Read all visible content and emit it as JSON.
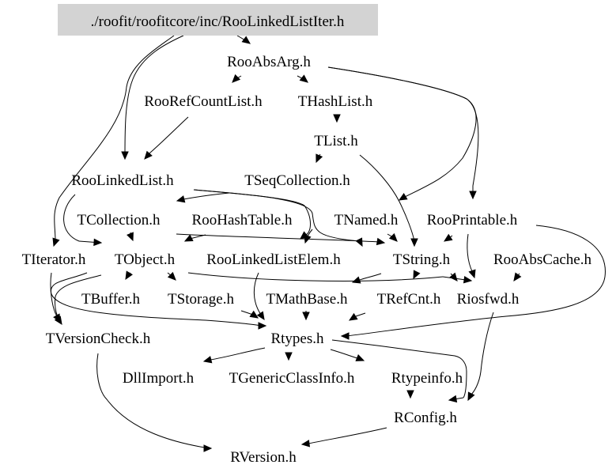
{
  "diagram": {
    "type": "include-dependency-graph",
    "root": {
      "id": "root",
      "label": "./roofit/roofitcore/inc/RooLinkedListIter.h",
      "highlight_color": "#d3d3d3"
    },
    "nodes": [
      {
        "id": "RooAbsArg",
        "label": "RooAbsArg.h"
      },
      {
        "id": "RooRefCountList",
        "label": "RooRefCountList.h"
      },
      {
        "id": "THashList",
        "label": "THashList.h"
      },
      {
        "id": "TList",
        "label": "TList.h"
      },
      {
        "id": "RooLinkedList",
        "label": "RooLinkedList.h"
      },
      {
        "id": "TSeqCollection",
        "label": "TSeqCollection.h"
      },
      {
        "id": "TCollection",
        "label": "TCollection.h"
      },
      {
        "id": "RooHashTable",
        "label": "RooHashTable.h"
      },
      {
        "id": "TNamed",
        "label": "TNamed.h"
      },
      {
        "id": "RooPrintable",
        "label": "RooPrintable.h"
      },
      {
        "id": "TIterator",
        "label": "TIterator.h"
      },
      {
        "id": "TObject",
        "label": "TObject.h"
      },
      {
        "id": "RooLinkedListElem",
        "label": "RooLinkedListElem.h"
      },
      {
        "id": "TString",
        "label": "TString.h"
      },
      {
        "id": "RooAbsCache",
        "label": "RooAbsCache.h"
      },
      {
        "id": "TBuffer",
        "label": "TBuffer.h"
      },
      {
        "id": "TStorage",
        "label": "TStorage.h"
      },
      {
        "id": "TMathBase",
        "label": "TMathBase.h"
      },
      {
        "id": "TRefCnt",
        "label": "TRefCnt.h"
      },
      {
        "id": "Riosfwd",
        "label": "Riosfwd.h"
      },
      {
        "id": "TVersionCheck",
        "label": "TVersionCheck.h"
      },
      {
        "id": "Rtypes",
        "label": "Rtypes.h"
      },
      {
        "id": "DllImport",
        "label": "DllImport.h"
      },
      {
        "id": "TGenericClassInfo",
        "label": "TGenericClassInfo.h"
      },
      {
        "id": "Rtypeinfo",
        "label": "Rtypeinfo.h"
      },
      {
        "id": "RConfig",
        "label": "RConfig.h"
      },
      {
        "id": "RVersion",
        "label": "RVersion.h"
      }
    ],
    "edges": [
      {
        "from": "root",
        "to": "RooAbsArg"
      },
      {
        "from": "root",
        "to": "RooLinkedList"
      },
      {
        "from": "root",
        "to": "TIterator"
      },
      {
        "from": "RooAbsArg",
        "to": "RooRefCountList"
      },
      {
        "from": "RooAbsArg",
        "to": "THashList"
      },
      {
        "from": "RooAbsArg",
        "to": "TNamed"
      },
      {
        "from": "RooAbsArg",
        "to": "RooPrintable"
      },
      {
        "from": "RooRefCountList",
        "to": "RooLinkedList"
      },
      {
        "from": "THashList",
        "to": "TList"
      },
      {
        "from": "TList",
        "to": "TSeqCollection"
      },
      {
        "from": "TList",
        "to": "TString"
      },
      {
        "from": "TSeqCollection",
        "to": "TCollection"
      },
      {
        "from": "RooLinkedList",
        "to": "TCollection"
      },
      {
        "from": "RooLinkedList",
        "to": "TObject"
      },
      {
        "from": "RooLinkedList",
        "to": "RooLinkedListElem"
      },
      {
        "from": "TCollection",
        "to": "TObject"
      },
      {
        "from": "TCollection",
        "to": "TString"
      },
      {
        "from": "RooHashTable",
        "to": "TObject"
      },
      {
        "from": "RooHashTable",
        "to": "RooLinkedListElem"
      },
      {
        "from": "TNamed",
        "to": "TString"
      },
      {
        "from": "RooPrintable",
        "to": "TString"
      },
      {
        "from": "RooPrintable",
        "to": "Riosfwd"
      },
      {
        "from": "RooPrintable",
        "to": "Rtypes"
      },
      {
        "from": "TIterator",
        "to": "TVersionCheck"
      },
      {
        "from": "TObject",
        "to": "TBuffer"
      },
      {
        "from": "TObject",
        "to": "TStorage"
      },
      {
        "from": "TObject",
        "to": "Riosfwd"
      },
      {
        "from": "TObject",
        "to": "TVersionCheck"
      },
      {
        "from": "TObject",
        "to": "Rtypes"
      },
      {
        "from": "RooLinkedListElem",
        "to": "Rtypes"
      },
      {
        "from": "TString",
        "to": "TMathBase"
      },
      {
        "from": "TString",
        "to": "TRefCnt"
      },
      {
        "from": "TString",
        "to": "Riosfwd"
      },
      {
        "from": "RooAbsCache",
        "to": "Riosfwd"
      },
      {
        "from": "TStorage",
        "to": "Rtypes"
      },
      {
        "from": "TMathBase",
        "to": "Rtypes"
      },
      {
        "from": "TRefCnt",
        "to": "Rtypes"
      },
      {
        "from": "Riosfwd",
        "to": "RConfig"
      },
      {
        "from": "TVersionCheck",
        "to": "RVersion"
      },
      {
        "from": "Rtypes",
        "to": "DllImport"
      },
      {
        "from": "Rtypes",
        "to": "TGenericClassInfo"
      },
      {
        "from": "Rtypes",
        "to": "Rtypeinfo"
      },
      {
        "from": "Rtypes",
        "to": "RConfig"
      },
      {
        "from": "Rtypeinfo",
        "to": "RConfig"
      },
      {
        "from": "RConfig",
        "to": "RVersion"
      }
    ]
  }
}
